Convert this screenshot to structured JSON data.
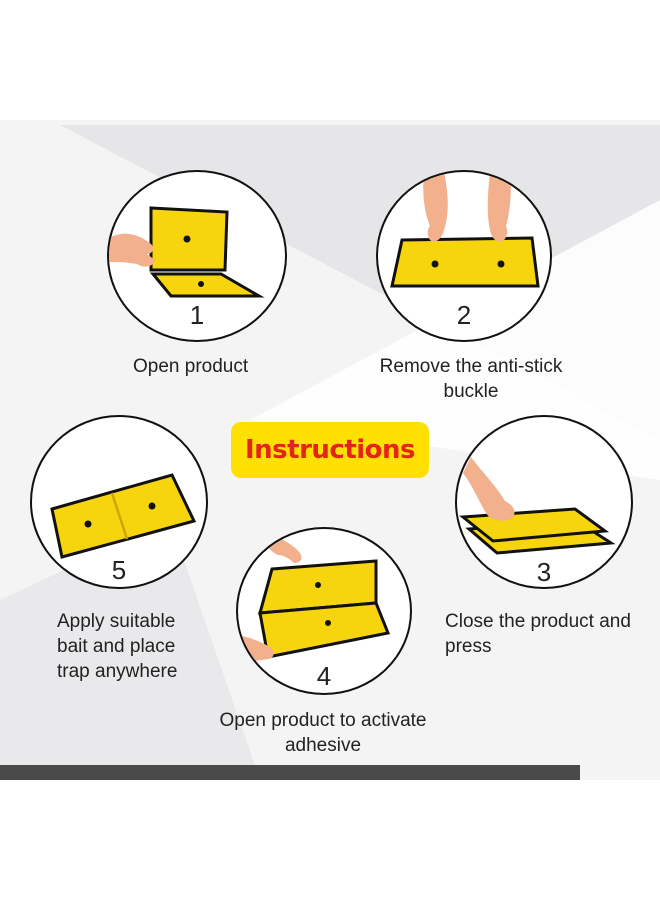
{
  "title": "Instructions",
  "colors": {
    "accent_yellow": "#ffe000",
    "title_red": "#e22516",
    "trap_yellow": "#f6d40e",
    "panel_gray": "#f4f4f4",
    "bar_dark": "#4a4a4a",
    "skin": "#f2b08c"
  },
  "steps": [
    {
      "number": "1",
      "caption_lines": [
        "Open product"
      ]
    },
    {
      "number": "2",
      "caption_lines": [
        "Remove the anti-stick",
        "buckle"
      ]
    },
    {
      "number": "3",
      "caption_lines": [
        "Close the product and",
        "press"
      ]
    },
    {
      "number": "4",
      "caption_lines": [
        "Open product to activate",
        "adhesive"
      ]
    },
    {
      "number": "5",
      "caption_lines": [
        "Apply suitable",
        "bait and place",
        "trap anywhere"
      ]
    }
  ]
}
